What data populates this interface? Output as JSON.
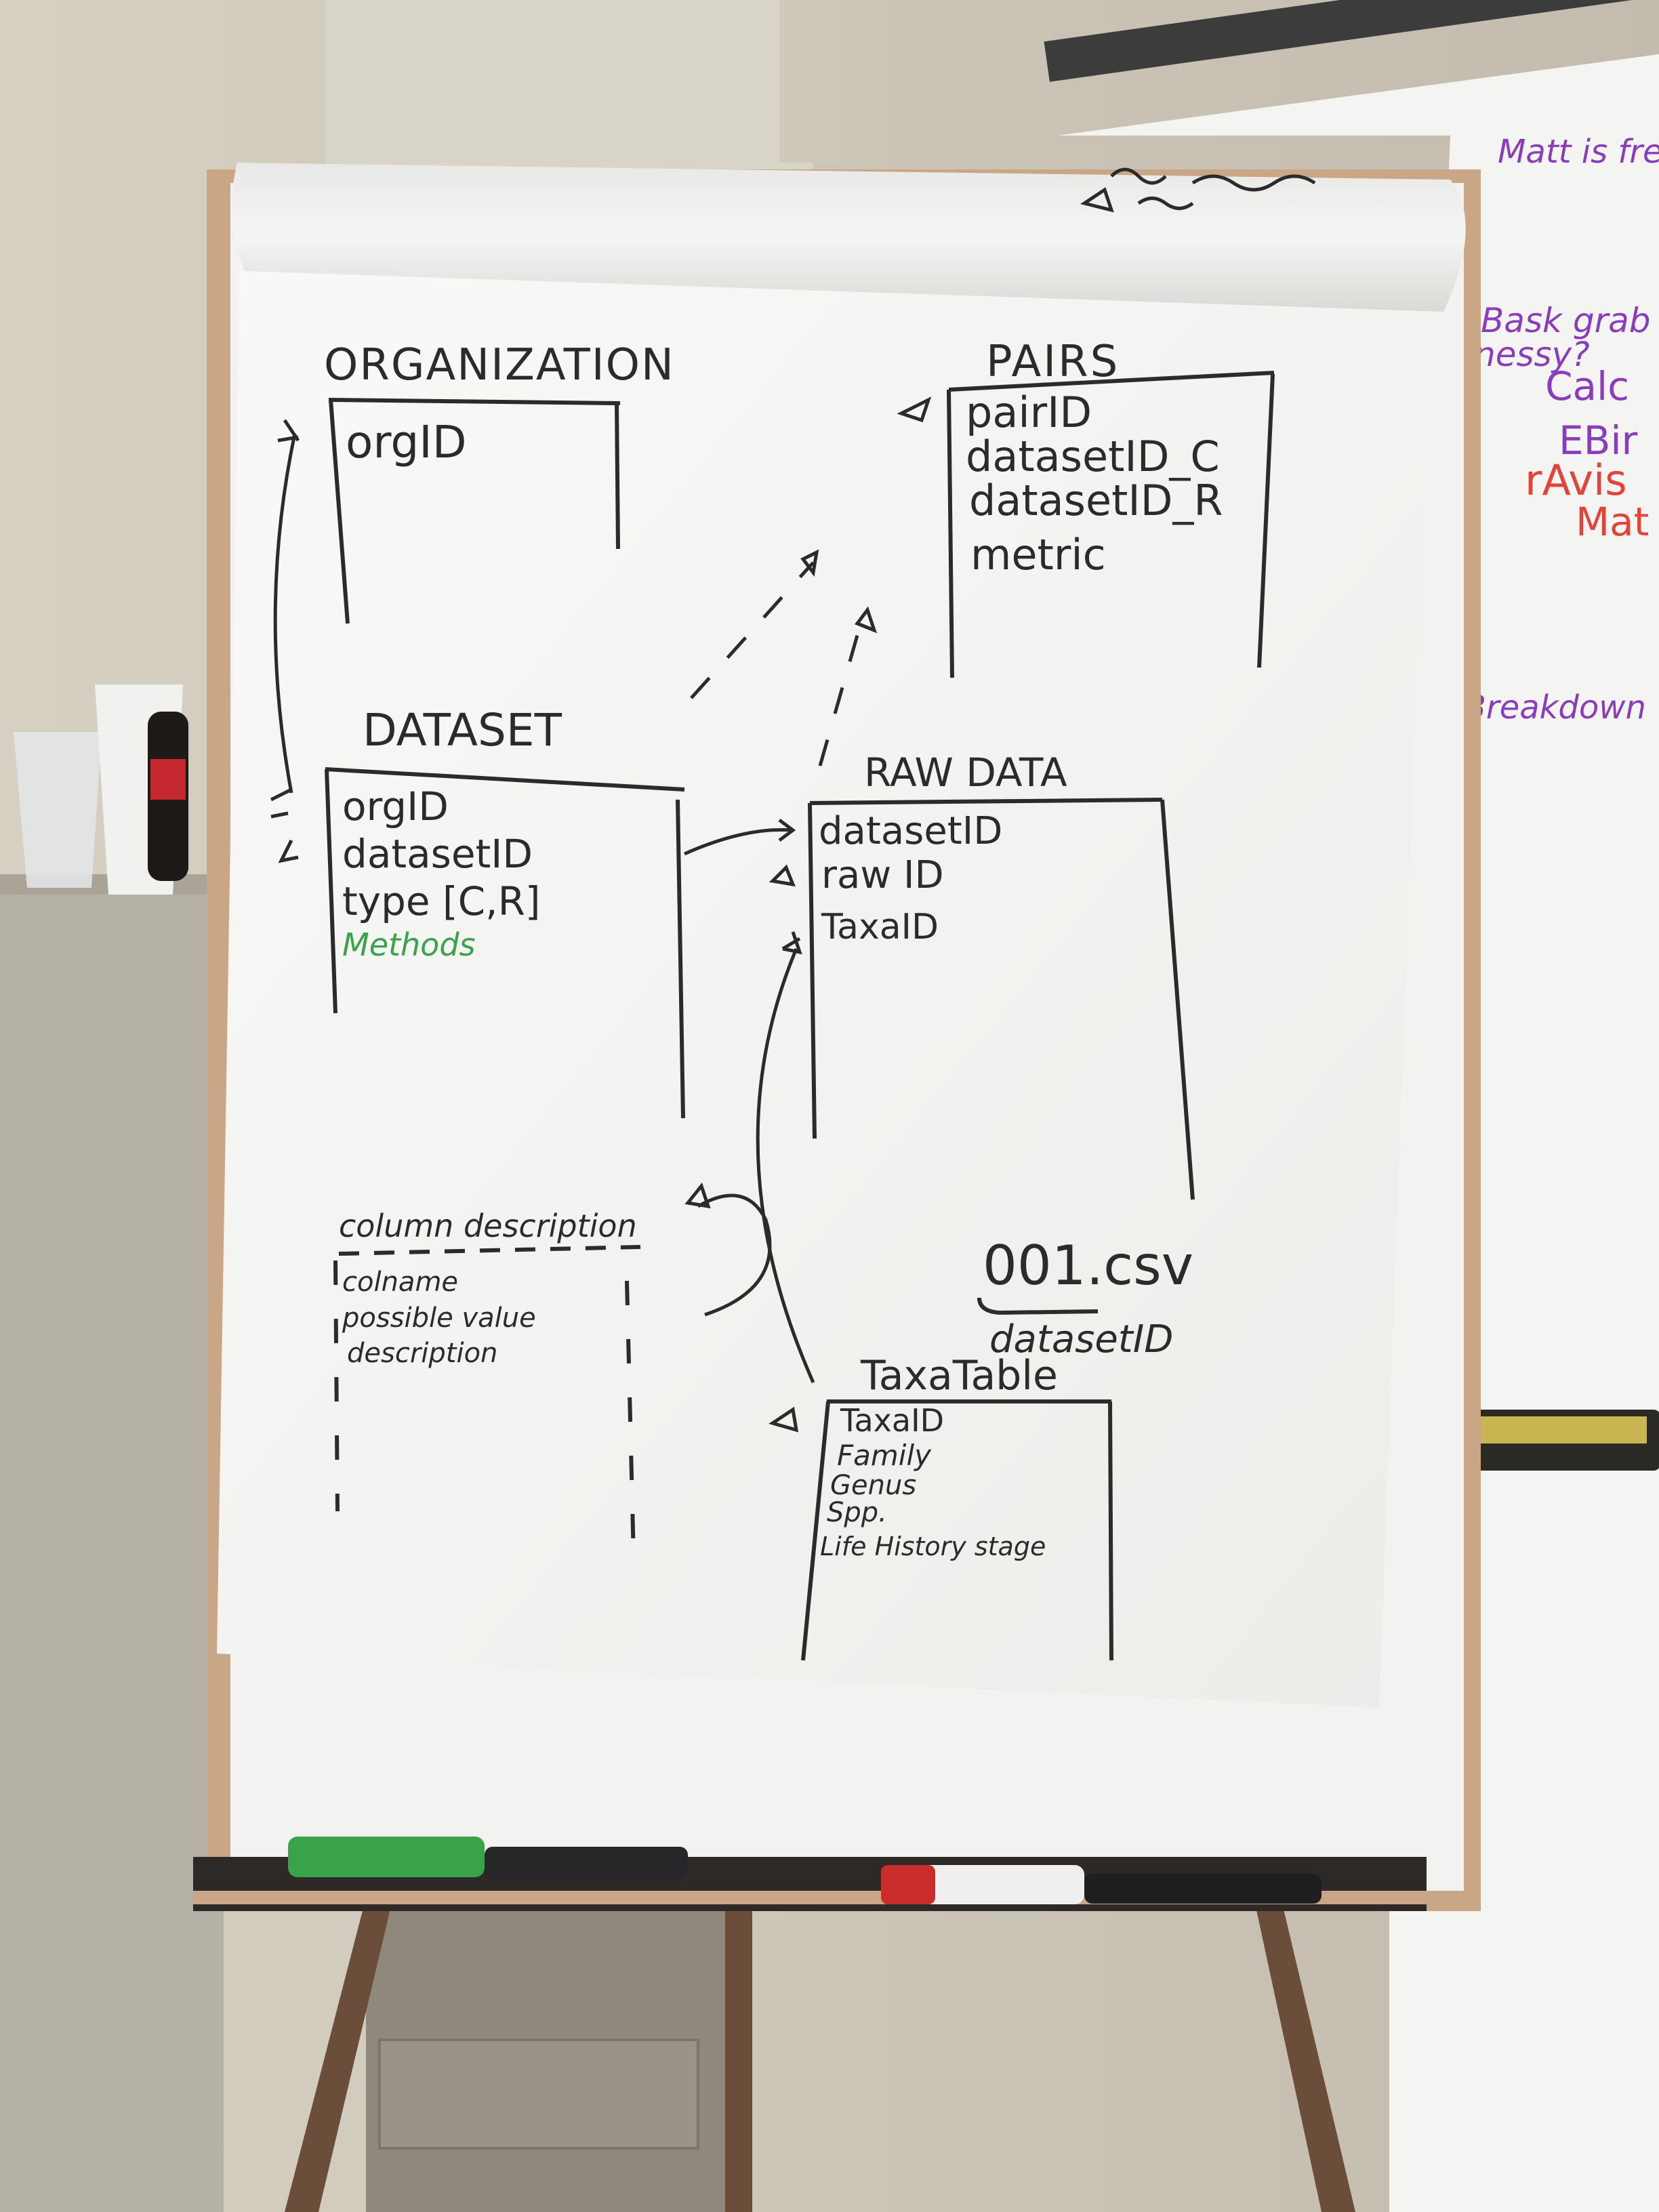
{
  "flipchart": {
    "tables": [
      {
        "title": "ORGANIZATION",
        "fields": [
          "orgID"
        ]
      },
      {
        "title": "PAIRS",
        "fields": [
          "pairID",
          "datasetID_C",
          "datasetID_R",
          "metric"
        ]
      },
      {
        "title": "DATASET",
        "fields": [
          "orgID",
          "datasetID",
          "type [C,R]",
          "Methods"
        ]
      },
      {
        "title": "RAW DATA",
        "fields": [
          "datasetID",
          "raw ID",
          "TaxaID"
        ]
      },
      {
        "title": "column description",
        "fields": [
          "colname",
          "possible value",
          "description"
        ]
      },
      {
        "title": "TaxaTable",
        "fields": [
          "TaxaID",
          "Family",
          "Genus",
          "Spp.",
          "Life History stage"
        ]
      }
    ],
    "file_note": {
      "filename": "001.csv",
      "caption": "datasetID"
    }
  },
  "whiteboard": {
    "notes": [
      "Matt is fre",
      "Bask grab",
      "nessy?",
      "Calc",
      "EBir",
      "rAvis",
      "Mat",
      "Breakdown"
    ]
  },
  "colors": {
    "marker_black": "#2b2b2e",
    "marker_green": "#3aa24a",
    "marker_purple": "#8a3dbb",
    "marker_red": "#e0443a",
    "paper": "#f6f6f4"
  }
}
